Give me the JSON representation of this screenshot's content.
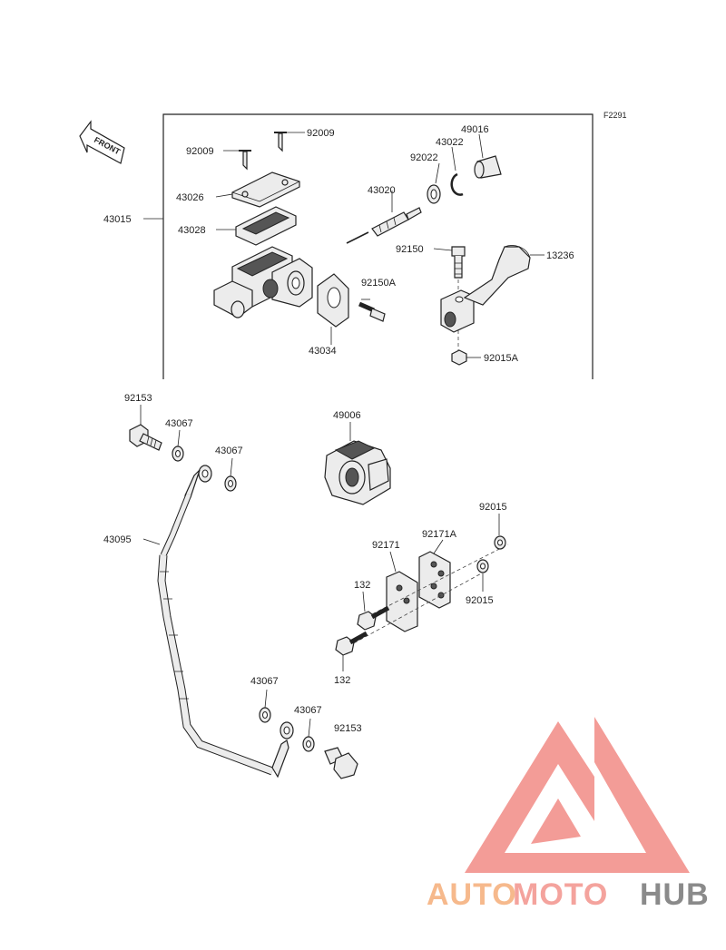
{
  "ref_code": "F2291",
  "front_label": "FRONT",
  "labels": {
    "p92009a": "92009",
    "p92009b": "92009",
    "p43026": "43026",
    "p43028": "43028",
    "p43015": "43015",
    "p43020": "43020",
    "p92022": "92022",
    "p43022": "43022",
    "p49016": "49016",
    "p92150": "92150",
    "p13236": "13236",
    "p92150A": "92150A",
    "p43034": "43034",
    "p92015A": "92015A",
    "p92153a": "92153",
    "p43067a": "43067",
    "p43067b": "43067",
    "p49006": "49006",
    "p43095": "43095",
    "p92015a": "92015",
    "p92171A": "92171A",
    "p92171": "92171",
    "p132a": "132",
    "p92015b": "92015",
    "p132b": "132",
    "p43067c": "43067",
    "p43067d": "43067",
    "p92153b": "92153"
  },
  "watermark": {
    "part1": "AUTO",
    "part2": "MOTO",
    "part3": "HUB",
    "color1": "#f6b98c",
    "color2": "#f4a39d",
    "color3": "#8a8a8a",
    "logo_color": "#f28b86"
  }
}
